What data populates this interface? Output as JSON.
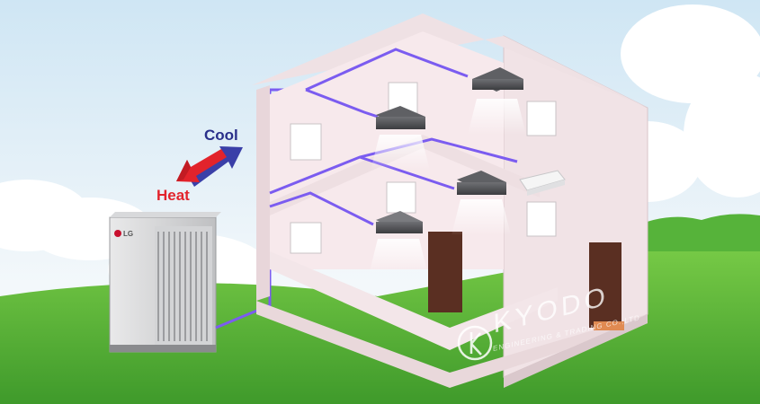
{
  "labels": {
    "cool": "Cool",
    "heat": "Heat"
  },
  "outdoor_unit": {
    "brand": "LG"
  },
  "watermark": {
    "text": "KYODO",
    "subtext": "ENGINEERING & TRADING CO.,LTD"
  },
  "colors": {
    "cool_arrow": "#3a3fa8",
    "heat_arrow": "#e2232b",
    "refrigerant_pipe": "#7b5cf0",
    "house_wall": "#f4e8ea",
    "grass": "#5cb53b",
    "door": "#5a2f22"
  },
  "icons": [
    "cool-arrow-icon",
    "heat-arrow-icon",
    "kyodo-logo-icon"
  ]
}
